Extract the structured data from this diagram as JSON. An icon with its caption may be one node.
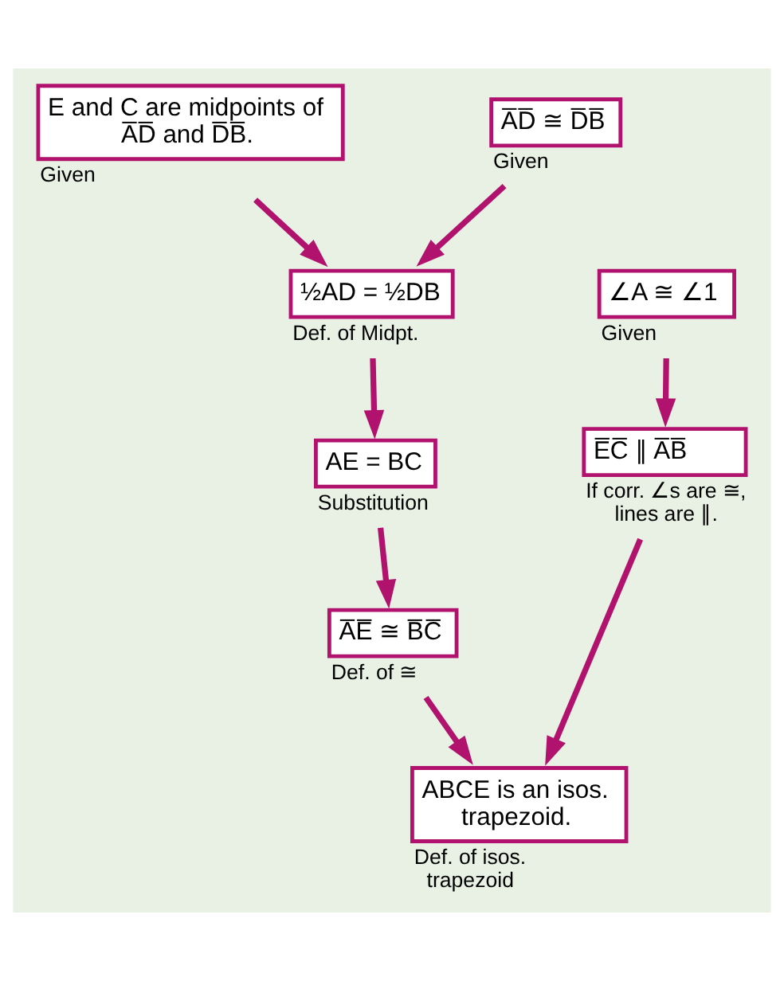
{
  "diagram": {
    "nodes": [
      {
        "text": [
          "E and C are midpoints of A̅D̅ and D̅B̅."
        ],
        "beside": [
          "Given"
        ]
      },
      {
        "text": [
          "A̅D̅ ≅ D̅B̅"
        ],
        "beside": [
          "Given"
        ]
      },
      {
        "text": [
          "½AD = ½DB"
        ],
        "beside": [
          "Def. of Midpt."
        ]
      },
      {
        "text": [
          "∠A ≅ ∠1"
        ],
        "beside": [
          "Given"
        ]
      },
      {
        "text": [
          "E̅C̅ ∥ A̅B̅"
        ],
        "beside": [
          "If corr. ∠s are ≅, lines are ∥."
        ]
      },
      {
        "text": [
          "AE = BC"
        ],
        "beside": [
          "Substitution"
        ]
      },
      {
        "text": [
          "A̅E̅ ≅ B̅C̅"
        ],
        "beside": [
          "Def. of ≅"
        ]
      },
      {
        "text": [
          "ABCE is an isos. trapezoid."
        ],
        "beside": [
          "Def. of isos. trapezoid"
        ]
      }
    ],
    "edges": [
      {
        "from": 0,
        "to": 2,
        "arrow": "to"
      },
      {
        "from": 1,
        "to": 2,
        "arrow": "to"
      },
      {
        "from": 2,
        "to": 5,
        "arrow": "to"
      },
      {
        "from": 3,
        "to": 4,
        "arrow": "to"
      },
      {
        "from": 4,
        "to": 7,
        "arrow": "to"
      },
      {
        "from": 5,
        "to": 6,
        "arrow": "to"
      },
      {
        "from": 6,
        "to": 7,
        "arrow": "to"
      }
    ]
  }
}
